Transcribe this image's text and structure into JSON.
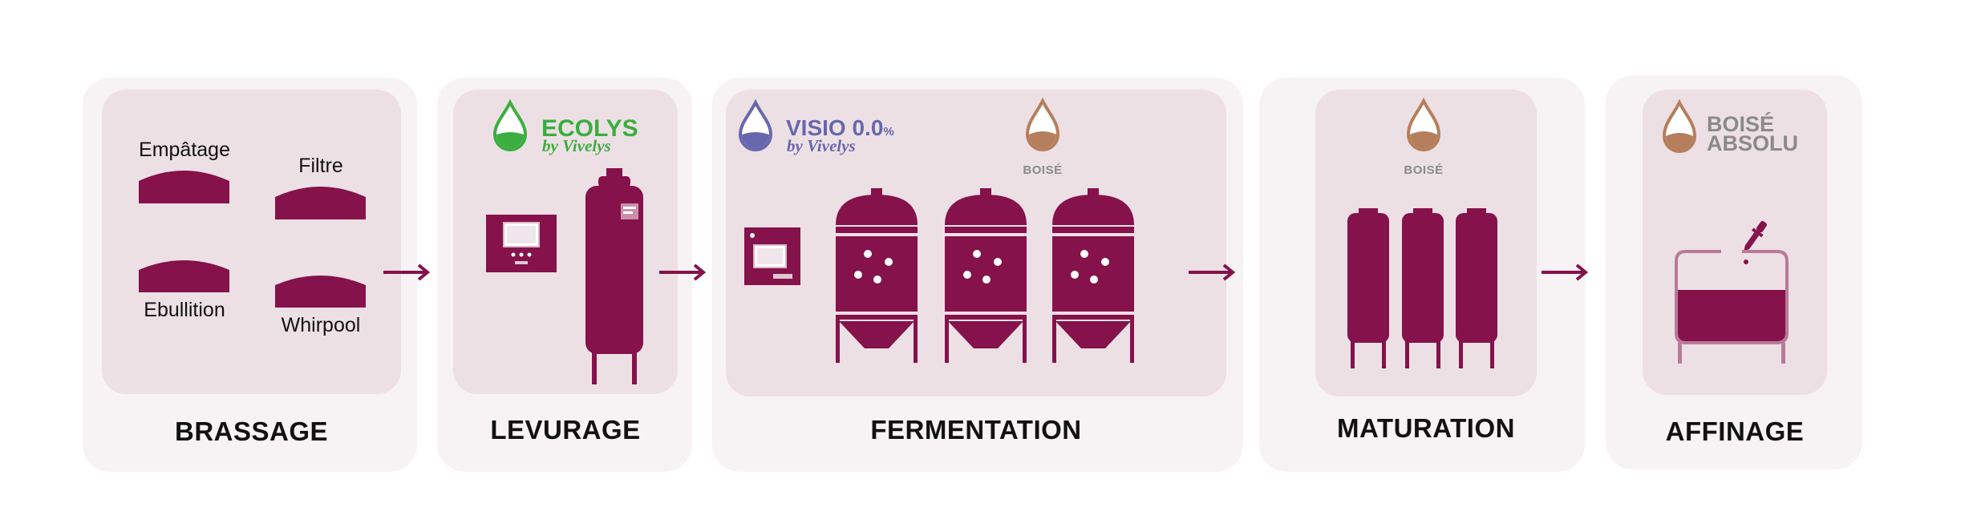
{
  "colors": {
    "wine": "#85124a",
    "outer_panel": "#f7f2f4",
    "inner_panel": "#ede0e5",
    "ecolys_green": "#3bae3f",
    "visio_purple": "#6767ad",
    "boise_brown": "#b57e5c",
    "grey_text": "#8a8a8a"
  },
  "stages": {
    "brassage": {
      "title": "BRASSAGE",
      "steps": [
        "Empâtage",
        "Filtre",
        "Ebullition",
        "Whirpool"
      ]
    },
    "levurage": {
      "title": "LEVURAGE",
      "brand": {
        "name": "ECOLYS",
        "by": "by Vivelys",
        "icon": "green-drop-icon"
      }
    },
    "fermentation": {
      "title": "FERMENTATION",
      "brand": {
        "name": "VISIO 0.0",
        "suffix": "%",
        "by": "by Vivelys",
        "icon": "purple-drop-icon"
      },
      "boise": {
        "label": "BOISÉ",
        "icon": "brown-drop-icon"
      }
    },
    "maturation": {
      "title": "MATURATION",
      "boise": {
        "label": "BOISÉ",
        "icon": "brown-drop-icon"
      }
    },
    "affinage": {
      "title": "AFFINAGE",
      "brand": {
        "line1": "BOISÉ",
        "line2": "ABSOLU",
        "icon": "brown-drop-icon"
      }
    }
  }
}
